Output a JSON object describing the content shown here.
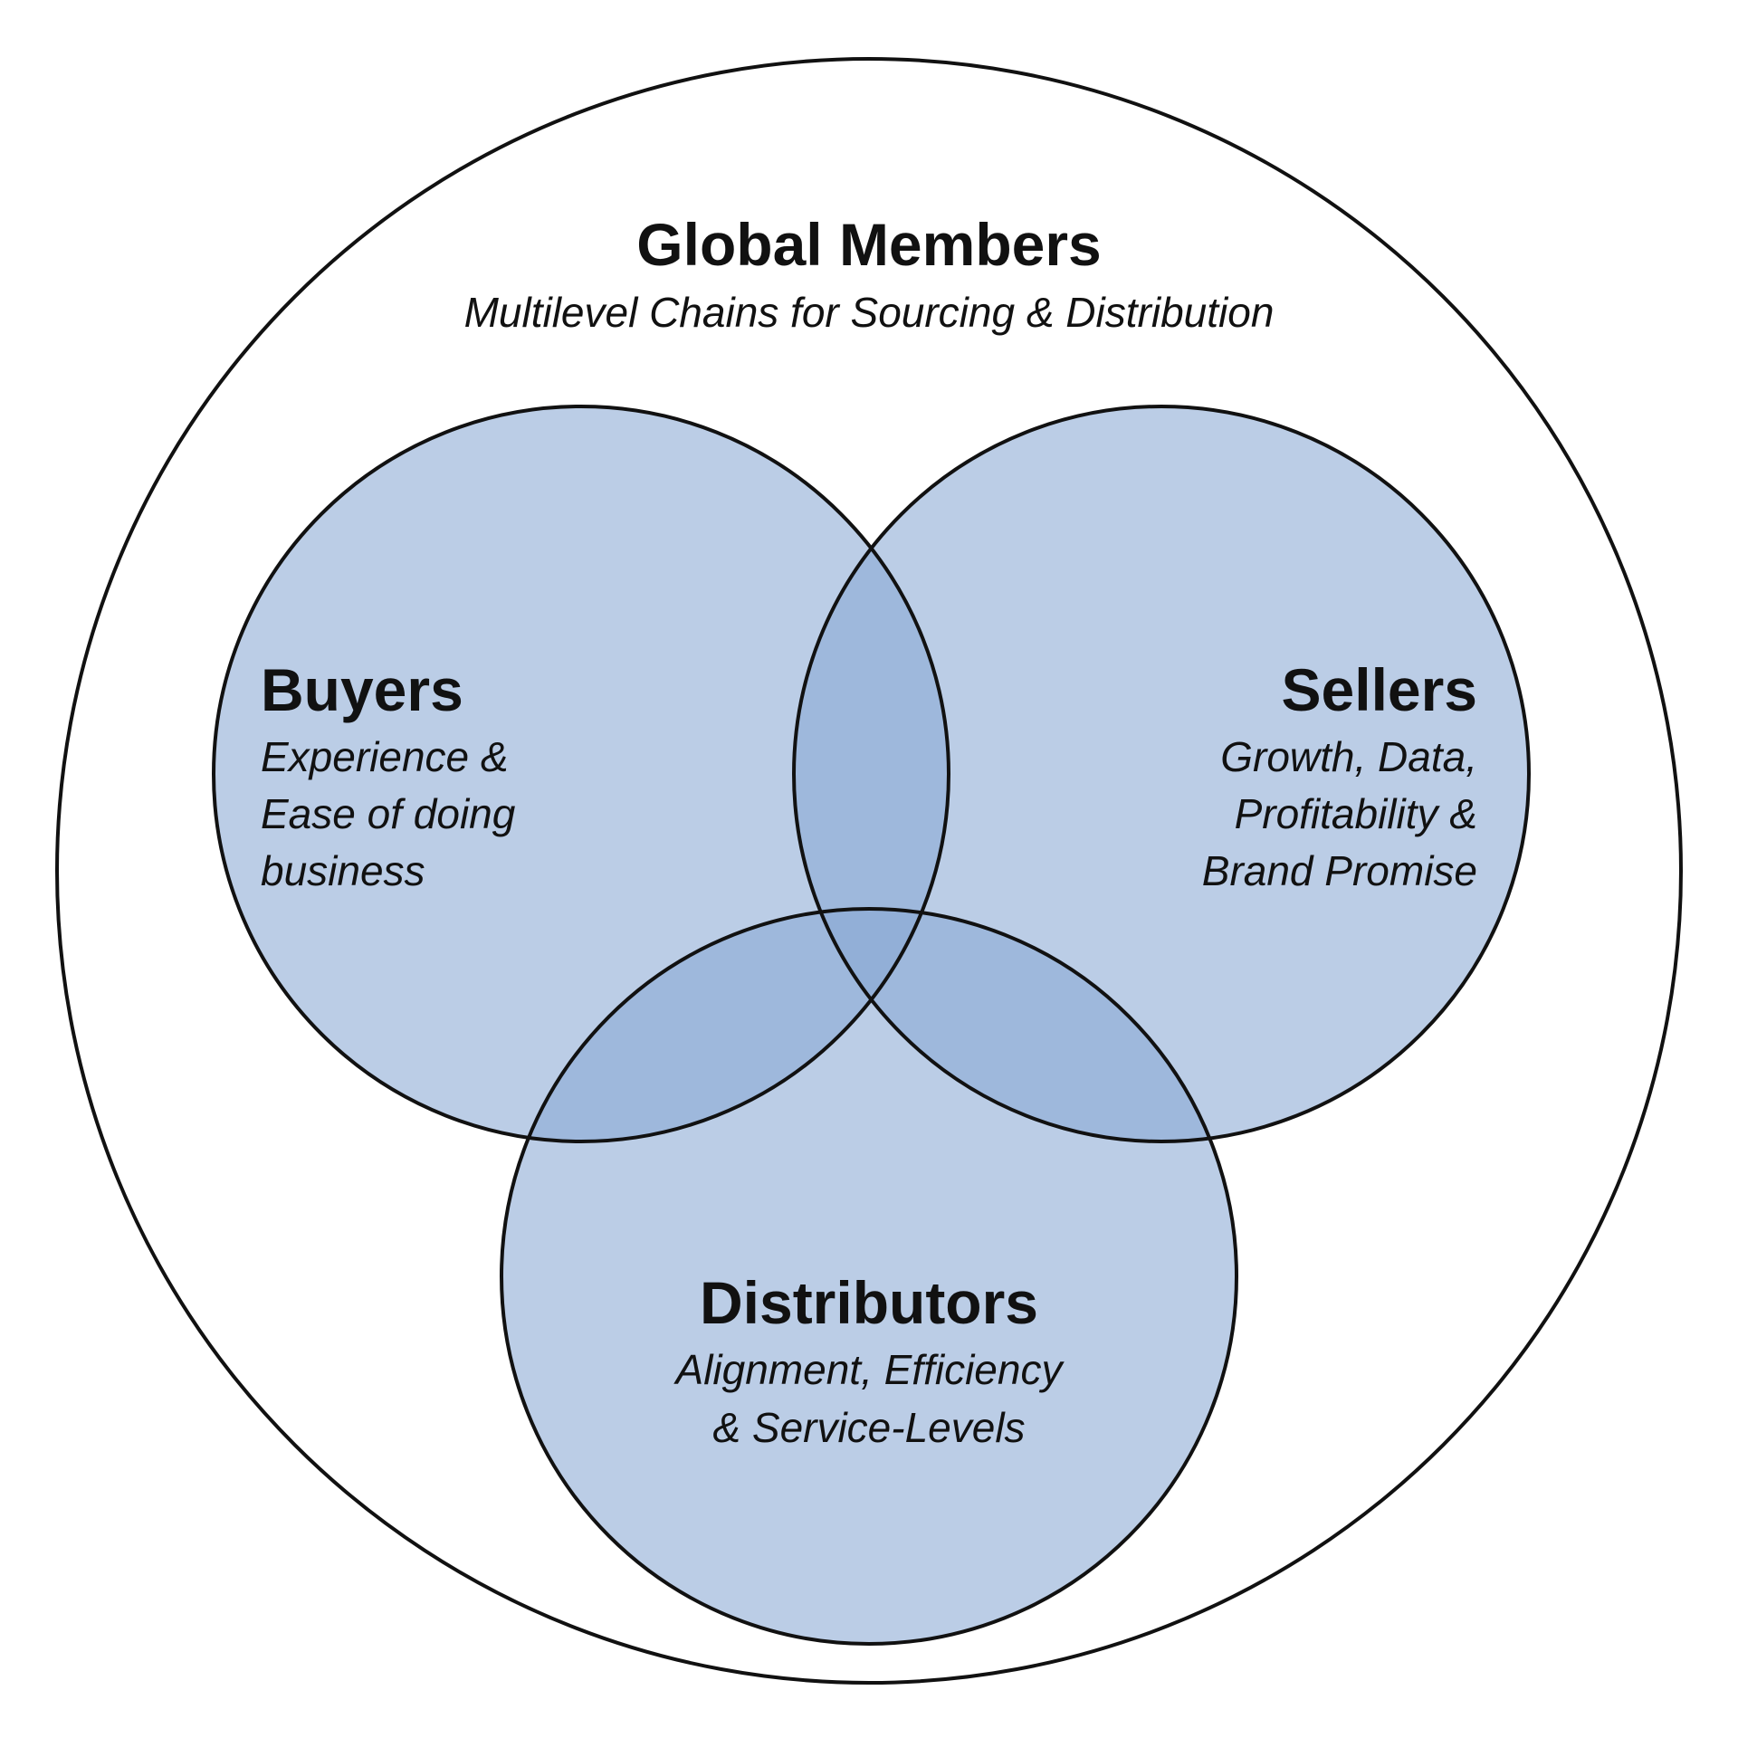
{
  "outer": {
    "title": "Global Members",
    "subtitle": "Multilevel Chains for Sourcing & Distribution"
  },
  "buyers": {
    "title": "Buyers",
    "lines": [
      "Experience &",
      "Ease of doing",
      "business"
    ]
  },
  "sellers": {
    "title": "Sellers",
    "lines": [
      "Growth, Data,",
      "Profitability &",
      "Brand Promise"
    ]
  },
  "distributors": {
    "title": "Distributors",
    "lines": [
      "Alignment, Efficiency",
      "& Service-Levels"
    ]
  },
  "colors": {
    "circle_fill": "#8aa9d4",
    "circle_opacity": "0.58",
    "stroke": "#111111",
    "text": "#111111",
    "background": "#ffffff"
  }
}
